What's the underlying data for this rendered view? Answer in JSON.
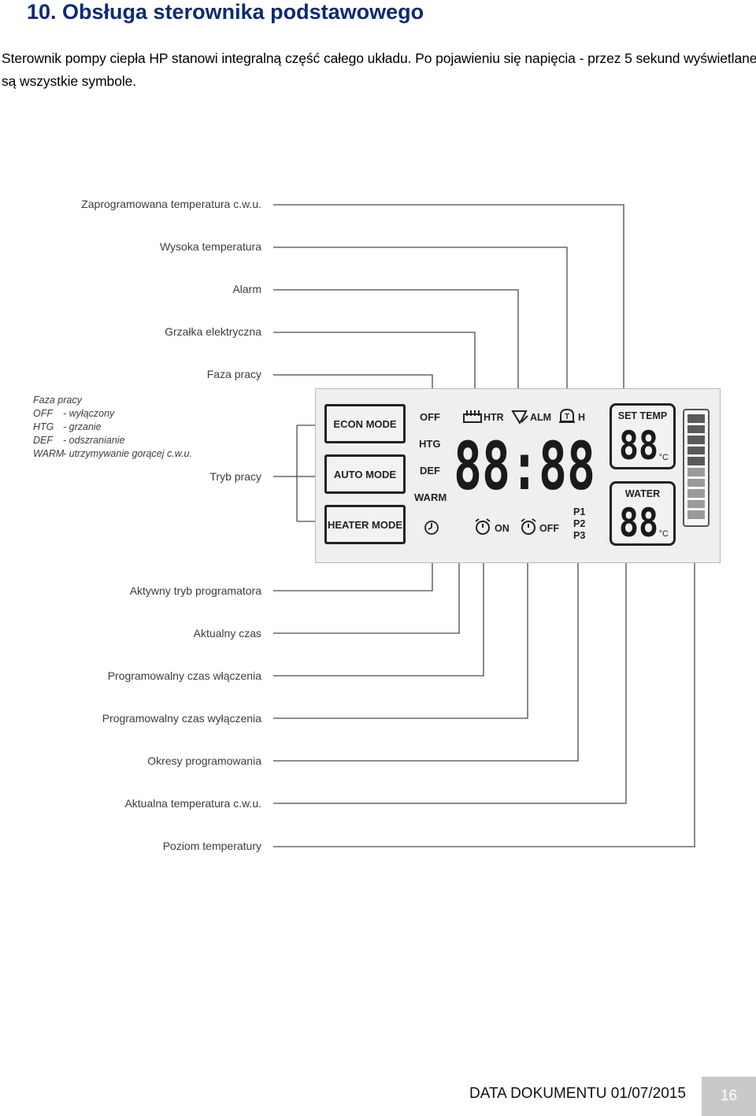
{
  "section_title": "10. Obsługa sterownika podstawowego",
  "intro": "Sterownik pompy ciepła HP stanowi integralną część całego układu. Po pojawieniu się napięcia - przez 5 sekund wyświetlane są wszystkie symbole.",
  "labels": {
    "set_temp_dhw": "Zaprogramowana temperatura c.w.u.",
    "high_temp": "Wysoka temperatura",
    "alarm": "Alarm",
    "heater": "Grzałka elektryczna",
    "phase": "Faza pracy",
    "mode": "Tryb pracy",
    "active_program": "Aktywny tryb programatora",
    "current_time": "Aktualny czas",
    "on_time": "Programowalny czas włączenia",
    "off_time": "Programowalny czas wyłączenia",
    "periods": "Okresy programowania",
    "current_temp_dhw": "Aktualna temperatura c.w.u.",
    "temp_level": "Poziom temperatury"
  },
  "legend": {
    "title": "Faza pracy",
    "rows": [
      {
        "code": "OFF",
        "desc": "- wyłączony"
      },
      {
        "code": "HTG",
        "desc": "- grzanie"
      },
      {
        "code": "DEF",
        "desc": "- odszranianie"
      },
      {
        "code": "WARM",
        "desc": "- utrzymywanie gorącej c.w.u."
      }
    ]
  },
  "display": {
    "modes": [
      "ECON MODE",
      "AUTO MODE",
      "HEATER MODE"
    ],
    "phases": [
      "OFF",
      "HTG",
      "DEF",
      "WARM"
    ],
    "htr": "HTR",
    "alm": "ALM",
    "h": "H",
    "bell_t": "T",
    "clock_digits": "88:88",
    "on": "ON",
    "off": "OFF",
    "periods": [
      "P1",
      "P2",
      "P3"
    ],
    "set_temp_caption": "SET TEMP",
    "water_caption": "WATER",
    "temp_digits": "88",
    "degree_unit": "°C",
    "level_segments": 10,
    "level_filled": 10
  },
  "footer": {
    "date": "DATA DOKUMENTU 01/07/2015",
    "page": "16"
  }
}
